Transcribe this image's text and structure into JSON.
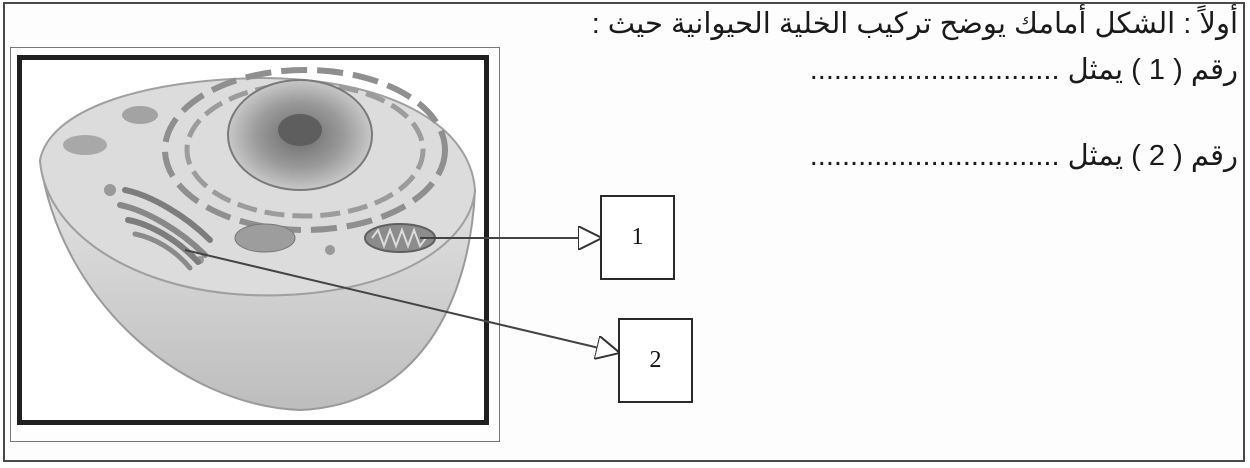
{
  "question": {
    "heading": "أولاً : الشكل أمامك يوضح تركيب الخلية الحيوانية حيث :",
    "item1_prefix": "رقم ( 1 ) يمثل",
    "item2_prefix": "رقم ( 2 ) يمثل",
    "answer_blank": "..............................."
  },
  "figure": {
    "label_1": "1",
    "label_2": "2"
  }
}
